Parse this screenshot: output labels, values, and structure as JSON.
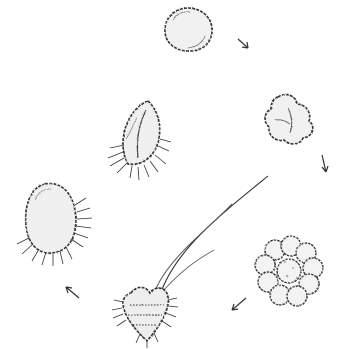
{
  "figure": {
    "ink_color": "#2a2a2a",
    "fill_color": "#f4f4f4",
    "stages": [
      {
        "id": "stage-1-round-cell",
        "icon": "round-cell-icon"
      },
      {
        "id": "stage-2-two-lobed-cell",
        "icon": "lobed-cell-icon"
      },
      {
        "id": "stage-3-morula-cluster",
        "icon": "morula-icon"
      },
      {
        "id": "stage-4-heart-shaped-larva",
        "icon": "flagellated-larva-icon"
      },
      {
        "id": "stage-5-ciliated-oval",
        "icon": "ciliated-oval-icon"
      },
      {
        "id": "stage-6-spindle-larva",
        "icon": "spindle-larva-icon"
      }
    ],
    "arrows": [
      "arrow-icon",
      "arrow-icon",
      "arrow-icon",
      "arrow-icon"
    ]
  }
}
